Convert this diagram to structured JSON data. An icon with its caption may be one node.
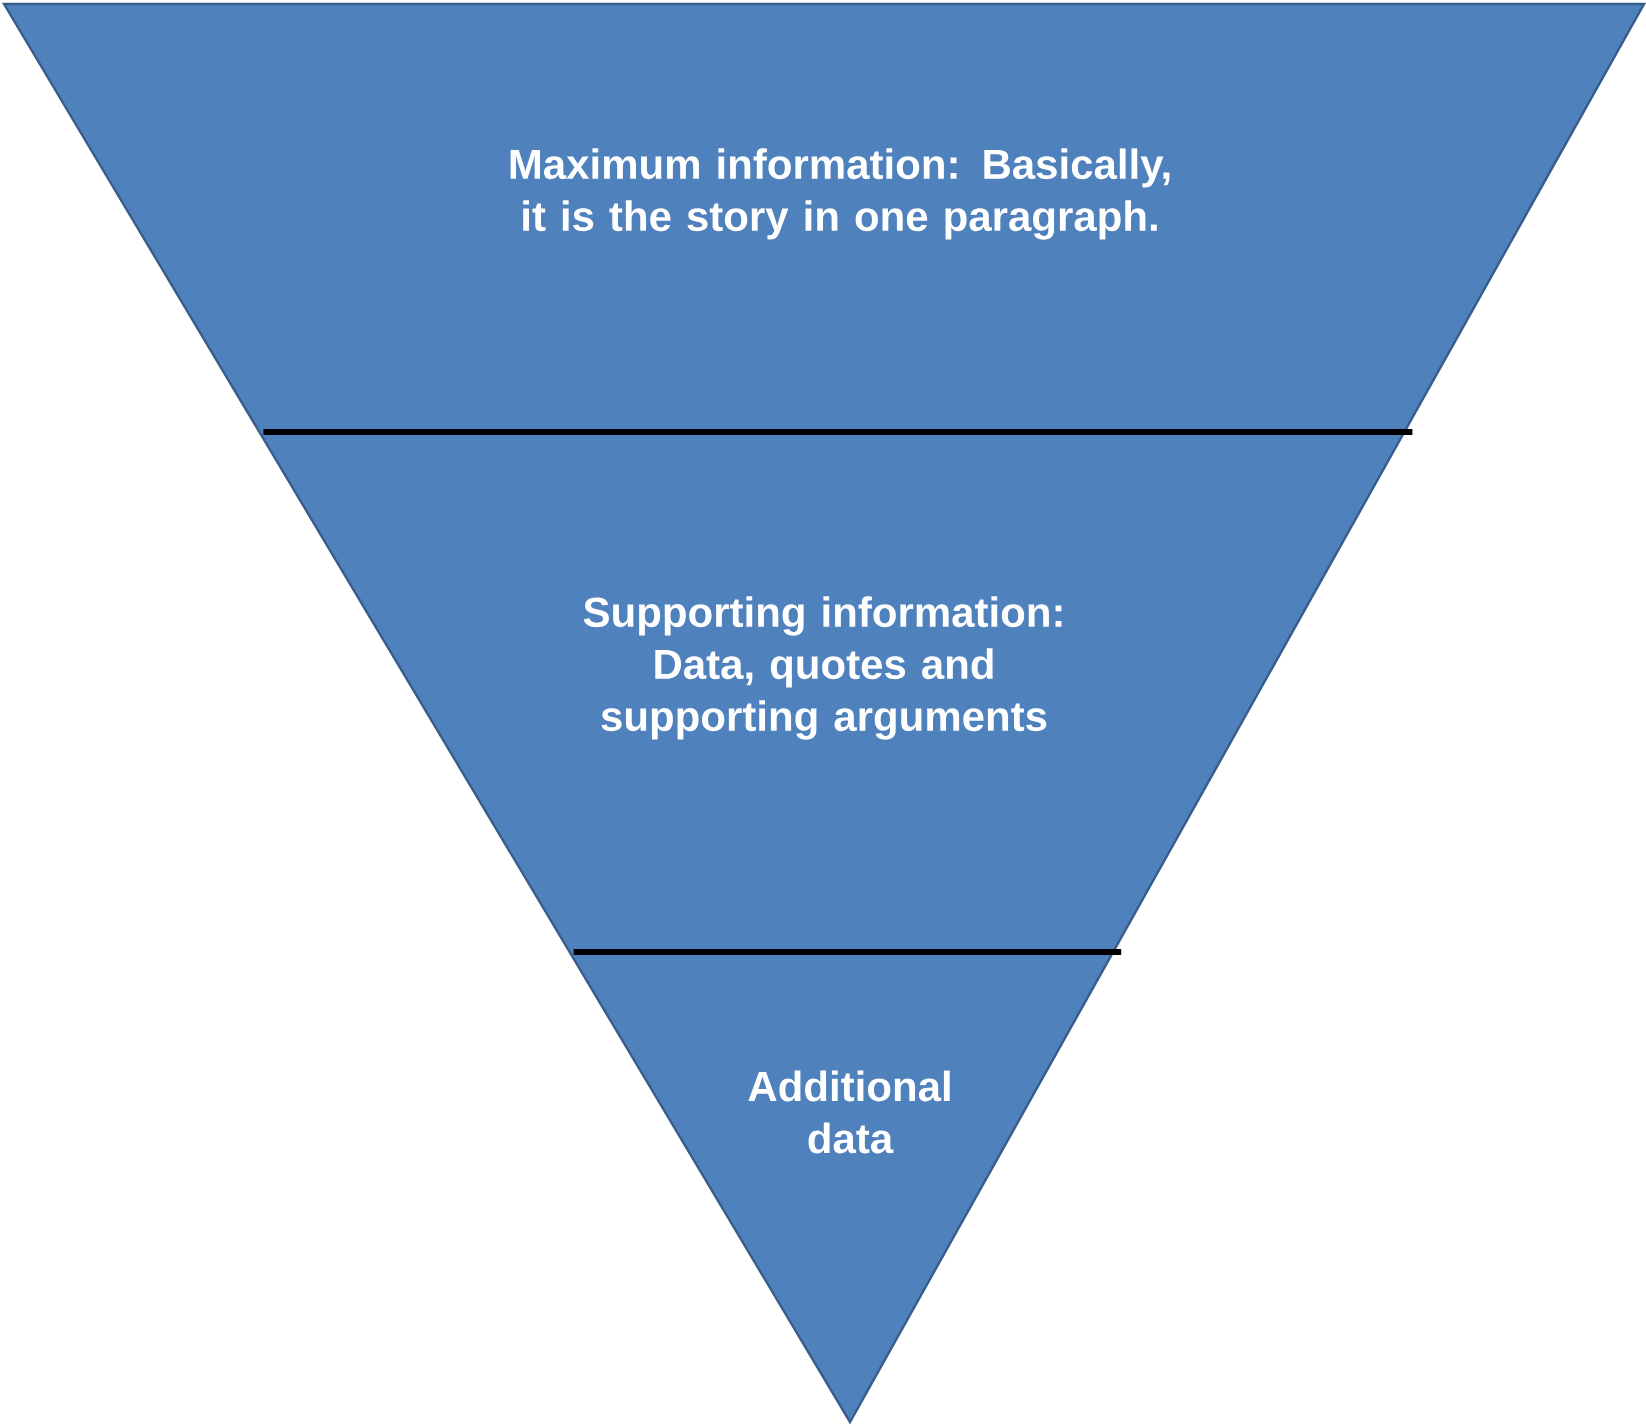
{
  "diagram": {
    "nodes": [
      {
        "text": [
          "Maximum information: Basically, it is the story in one paragraph."
        ]
      },
      {
        "text": [
          "Supporting information: Data, quotes and supporting arguments"
        ]
      },
      {
        "text": [
          "Additional data"
        ]
      }
    ]
  }
}
